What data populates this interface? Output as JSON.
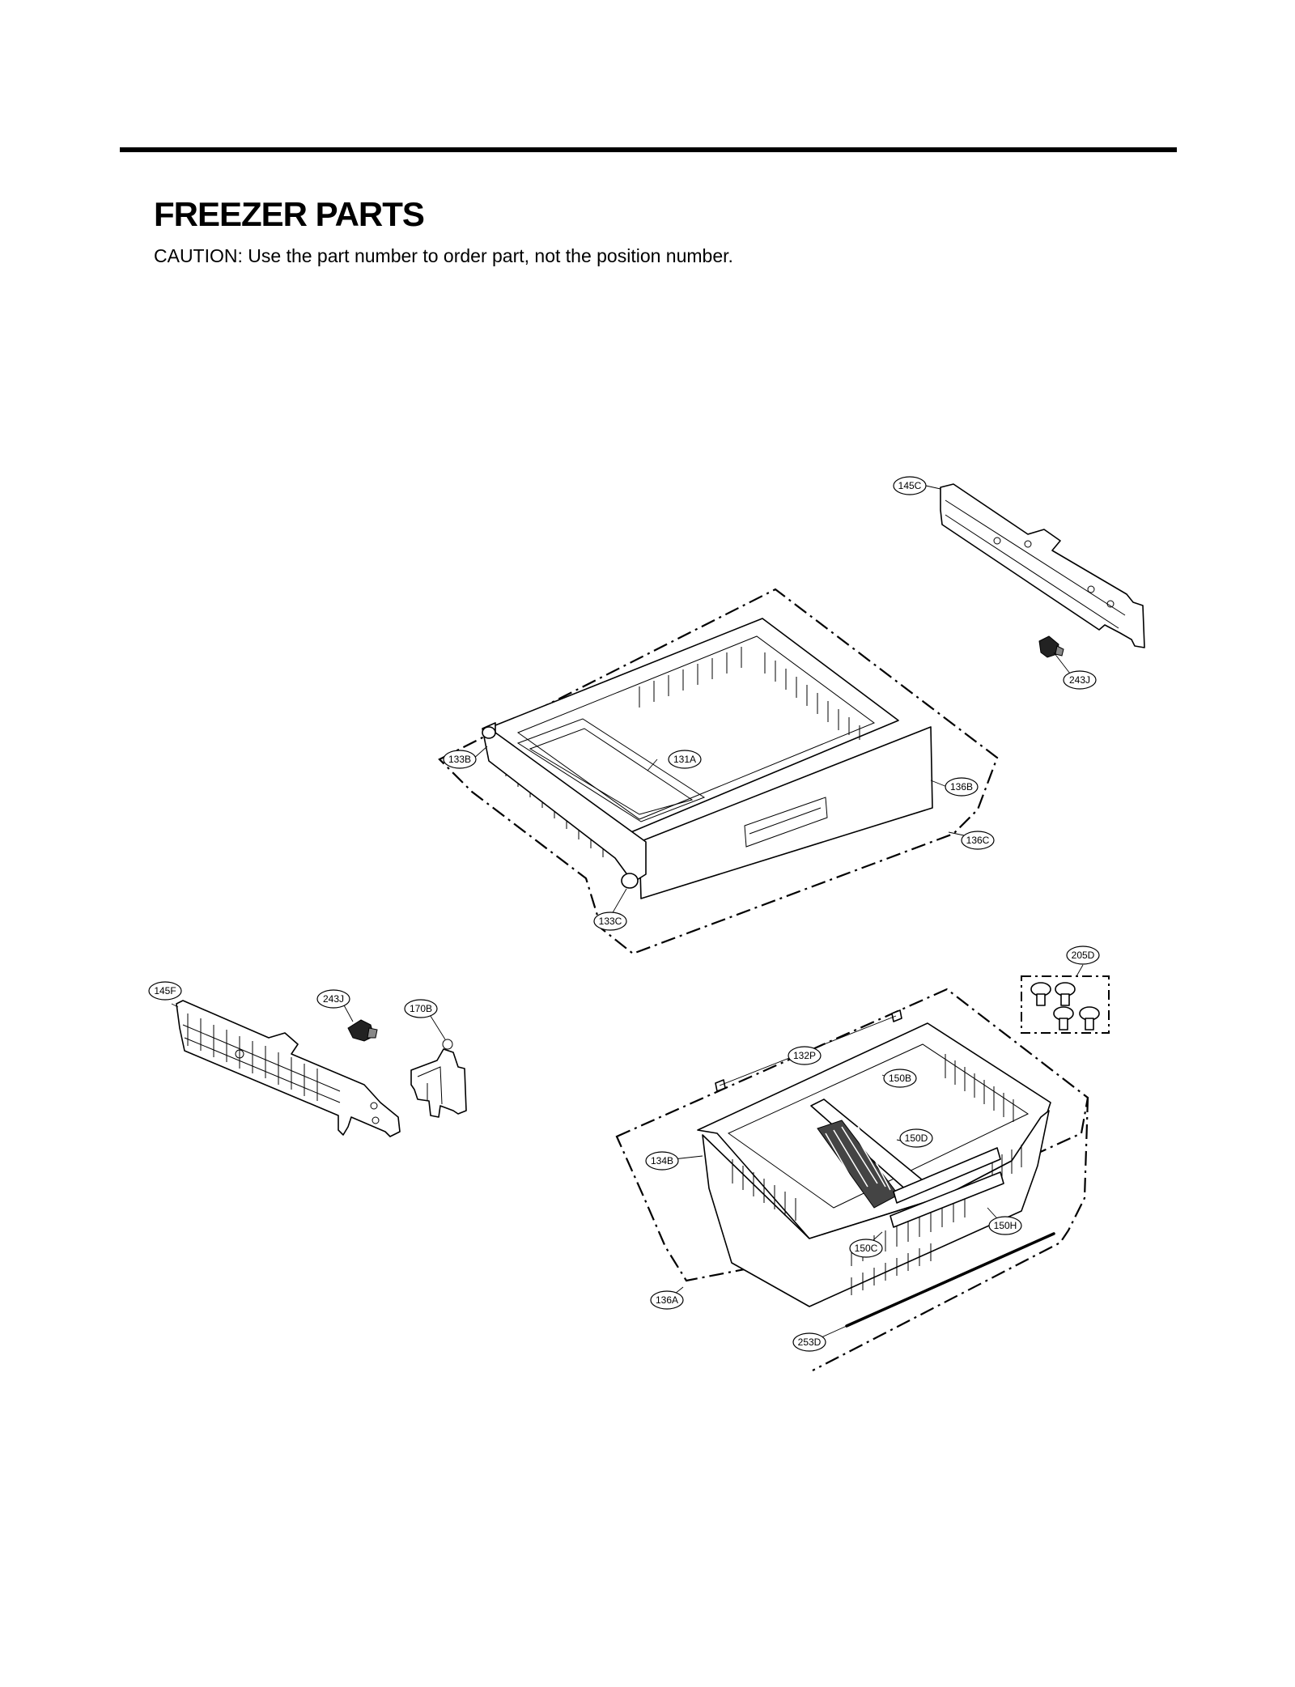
{
  "header": {
    "title": "FREEZER PARTS",
    "caution": "CAUTION: Use the part number to order part, not the position number."
  },
  "callouts": {
    "c145C": "145C",
    "c243J_a": "243J",
    "c133B": "133B",
    "c131A": "131A",
    "c136B": "136B",
    "c136C": "136C",
    "c133C": "133C",
    "c145F": "145F",
    "c243J_b": "243J",
    "c170B": "170B",
    "c205D": "205D",
    "c132P": "132P",
    "c150B": "150B",
    "c150D": "150D",
    "c134B": "134B",
    "c150H": "150H",
    "c150C": "150C",
    "c136A": "136A",
    "c253D": "253D"
  }
}
